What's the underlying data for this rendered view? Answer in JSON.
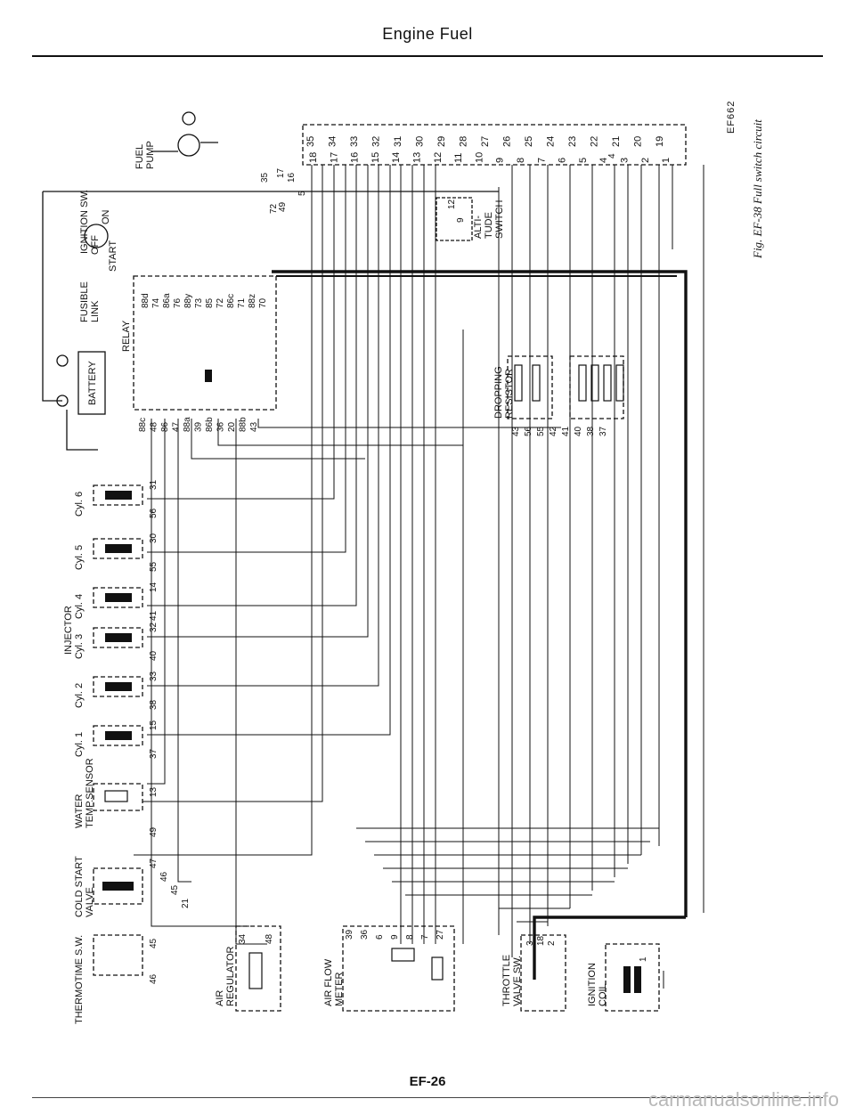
{
  "header": {
    "title": "Engine Fuel"
  },
  "figure": {
    "code": "EF662",
    "caption": "Fig. EF-38  Full switch circuit"
  },
  "footer": {
    "page": "EF-26"
  },
  "watermark": "carmanualsonline.info",
  "components": {
    "fuel_pump": "FUEL\nPUMP",
    "ignition_sw": "IGNITION SW.",
    "ign_off": "OFF",
    "ign_on": "ON",
    "ign_start": "START",
    "fusible_link": "FUSIBLE\nLINK",
    "battery": "BATTERY",
    "relay": "RELAY",
    "dropping_resistor": "DROPPING\nRESISTOR",
    "altitude_switch": "ALTI-\nTUDE\nSWITCH",
    "injector": "INJECTOR",
    "cyl6": "Cyl. 6",
    "cyl5": "Cyl. 5",
    "cyl4": "Cyl. 4",
    "cyl3": "Cyl. 3",
    "cyl2": "Cyl. 2",
    "cyl1": "Cyl. 1",
    "water_temp_sensor": "WATER\nTEMP.SENSOR",
    "cold_start_valve": "COLD START\nVALVE",
    "thermotime_sw": "THERMOTIME S.W.",
    "air_regulator": "AIR\nREGULATOR",
    "air_flow_meter": "AIR FLOW\nMETER",
    "throttle_valve_sw": "THROTTLE\nVALVE SW.",
    "ignition_coil": "IGNITION\nCOIL"
  },
  "connector_terminals_top": [
    "35",
    "34",
    "33",
    "32",
    "31",
    "30",
    "29",
    "28",
    "27",
    "26",
    "25",
    "24",
    "23",
    "22",
    "21",
    "20",
    "19"
  ],
  "connector_terminals_bottom": [
    "18",
    "17",
    "16",
    "15",
    "14",
    "13",
    "12",
    "11",
    "10",
    "9",
    "8",
    "7",
    "6",
    "5",
    "4",
    "3",
    "2",
    "1"
  ],
  "relay_terminals_top": [
    "88d",
    "74",
    "86a",
    "76",
    "88y",
    "73",
    "85",
    "72",
    "86c",
    "71",
    "88z",
    "70"
  ],
  "relay_terminals_bottom": [
    "88c",
    "48",
    "86",
    "47",
    "88a",
    "39",
    "86b",
    "36",
    "20",
    "88b",
    "43"
  ],
  "dropping_resistor_terminals": [
    "43",
    "56",
    "55",
    "42",
    "41",
    "40",
    "38",
    "37"
  ],
  "injector_terminals": {
    "cyl6": [
      "31",
      "56"
    ],
    "cyl5": [
      "30",
      "55"
    ],
    "cyl4": [
      "14",
      "41"
    ],
    "cyl3": [
      "32",
      "40"
    ],
    "cyl2": [
      "33",
      "38"
    ],
    "cyl1": [
      "15",
      "37"
    ]
  },
  "sensor_terminals": {
    "water_temp": [
      "13",
      "49"
    ],
    "cold_start": [
      "47",
      "46",
      "45",
      "21"
    ],
    "thermotime": [
      "45",
      "46"
    ],
    "air_regulator": [
      "34",
      "48"
    ],
    "air_flow_meter": [
      "39",
      "36",
      "6",
      "9",
      "8",
      "7",
      "27"
    ],
    "throttle": [
      "3",
      "18",
      "2"
    ],
    "ignition_coil": [
      "1"
    ]
  },
  "misc_terminals": [
    "72",
    "49",
    "35",
    "17",
    "16",
    "5",
    "12",
    "9",
    "4"
  ]
}
